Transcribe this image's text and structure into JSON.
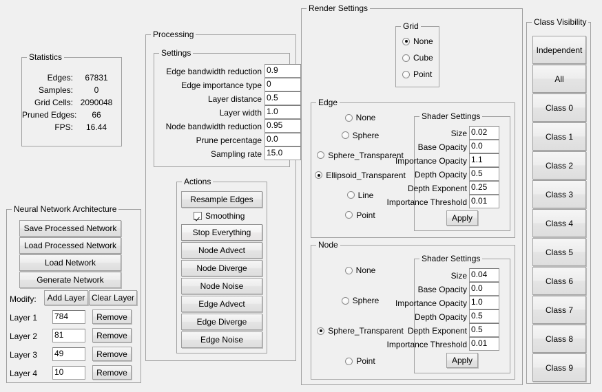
{
  "statistics": {
    "title": "Statistics",
    "rows": [
      {
        "label": "Edges:",
        "value": "67831"
      },
      {
        "label": "Samples:",
        "value": "0"
      },
      {
        "label": "Grid Cells:",
        "value": "2090048"
      },
      {
        "label": "Pruned Edges:",
        "value": "66"
      },
      {
        "label": "FPS:",
        "value": "16.44"
      }
    ]
  },
  "neural_network": {
    "title": "Neural Network Architecture",
    "buttons": [
      "Save Processed Network",
      "Load Processed Network",
      "Load Network",
      "Generate Network"
    ],
    "modify_label": "Modify:",
    "add_layer_label": "Add Layer",
    "clear_layer_label": "Clear Layer",
    "remove_label": "Remove",
    "layers": [
      {
        "label": "Layer 1",
        "value": "784"
      },
      {
        "label": "Layer 2",
        "value": "81"
      },
      {
        "label": "Layer 3",
        "value": "49"
      },
      {
        "label": "Layer 4",
        "value": "10"
      }
    ]
  },
  "processing": {
    "title": "Processing",
    "settings": {
      "title": "Settings",
      "rows": [
        {
          "label": "Edge bandwidth reduction",
          "value": "0.9"
        },
        {
          "label": "Edge importance type",
          "value": "0"
        },
        {
          "label": "Layer distance",
          "value": "0.5"
        },
        {
          "label": "Layer width",
          "value": "1.0"
        },
        {
          "label": "Node bandwidth reduction",
          "value": "0.95"
        },
        {
          "label": "Prune percentage",
          "value": "0.0"
        },
        {
          "label": "Sampling rate",
          "value": "15.0"
        }
      ]
    },
    "actions": {
      "title": "Actions",
      "resample_label": "Resample Edges",
      "smoothing_label": "Smoothing",
      "smoothing_checked": true,
      "buttons": [
        "Stop Everything",
        "Node Advect",
        "Node Diverge",
        "Node Noise",
        "Edge Advect",
        "Edge Diverge",
        "Edge Noise"
      ]
    }
  },
  "render_settings": {
    "title": "Render Settings",
    "grid": {
      "title": "Grid",
      "options": [
        "None",
        "Cube",
        "Point"
      ],
      "selected": "None"
    },
    "edge": {
      "title": "Edge",
      "options": [
        "None",
        "Sphere",
        "Sphere_Transparent",
        "Ellipsoid_Transparent",
        "Line",
        "Point"
      ],
      "selected": "Ellipsoid_Transparent",
      "shader": {
        "title": "Shader Settings",
        "rows": [
          {
            "label": "Size",
            "value": "0.02"
          },
          {
            "label": "Base Opacity",
            "value": "0.0"
          },
          {
            "label": "Importance Opacity",
            "value": "1.1"
          },
          {
            "label": "Depth Opacity",
            "value": "0.5"
          },
          {
            "label": "Depth Exponent",
            "value": "0.25"
          },
          {
            "label": "Importance Threshold",
            "value": "0.01"
          }
        ],
        "apply_label": "Apply"
      }
    },
    "node": {
      "title": "Node",
      "options": [
        "None",
        "Sphere",
        "Sphere_Transparent",
        "Point"
      ],
      "selected": "Sphere_Transparent",
      "shader": {
        "title": "Shader Settings",
        "rows": [
          {
            "label": "Size",
            "value": "0.04"
          },
          {
            "label": "Base Opacity",
            "value": "0.0"
          },
          {
            "label": "Importance Opacity",
            "value": "1.0"
          },
          {
            "label": "Depth Opacity",
            "value": "0.5"
          },
          {
            "label": "Depth Exponent",
            "value": "0.5"
          },
          {
            "label": "Importance Threshold",
            "value": "0.01"
          }
        ],
        "apply_label": "Apply"
      }
    }
  },
  "class_visibility": {
    "title": "Class Visibility",
    "buttons": [
      "Independent",
      "All",
      "Class 0",
      "Class 1",
      "Class 2",
      "Class 3",
      "Class 4",
      "Class 5",
      "Class 6",
      "Class 7",
      "Class 8",
      "Class 9"
    ]
  },
  "colors": {
    "background": "#f0f0f0",
    "border": "#a0a0a0",
    "field_background": "#ffffff"
  }
}
